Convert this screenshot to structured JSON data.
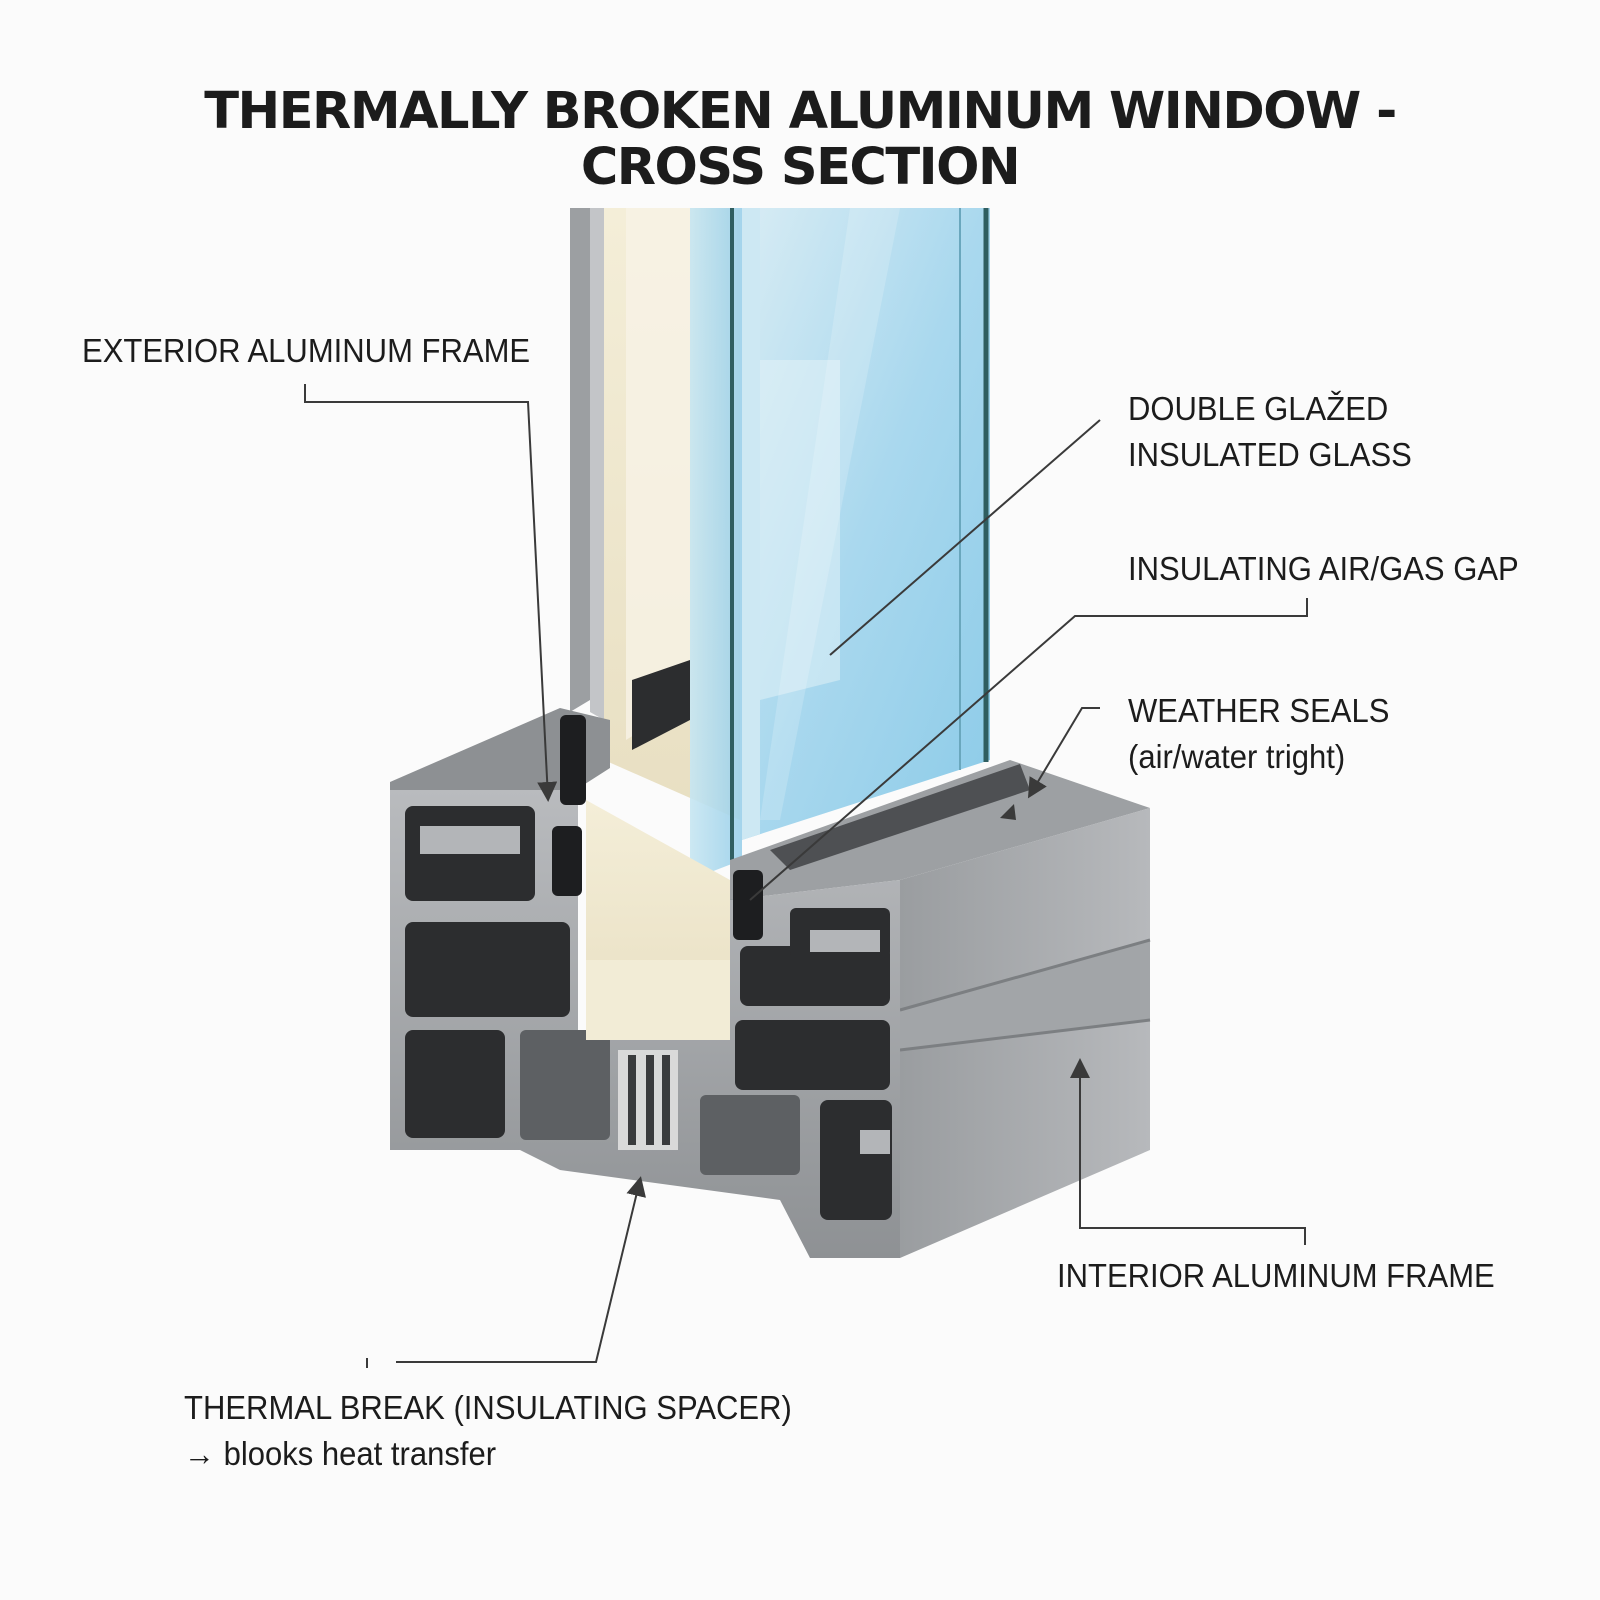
{
  "title": {
    "line1": "THERMALLY BROKEN ALUMINUM WINDOW -",
    "line2": "CROSS SECTION"
  },
  "labels": {
    "exterior_frame": "EXTERIOR ALUMINUM FRAME",
    "glass_line1": "DOUBLE GLAŽED",
    "glass_line2": "INSULATED GLASS",
    "gap": "INSULATING AIR/GAS GAP",
    "seals_line1": "WEATHER SEALS",
    "seals_line2": "(air/water tright)",
    "interior_frame": "INTERIOR ALUMINUM FRAME",
    "thermal_break_line1": "THERMAL BREAK (INSULATING SPACER)",
    "thermal_break_line2": "→ blooks heat transfer"
  },
  "colors": {
    "background": "#fbfbfb",
    "aluminum": "#a7a9ac",
    "aluminum_dark": "#7f8285",
    "cavity": "#2c2d2f",
    "glass": "#9fd2ea",
    "insulation": "#efe7cf",
    "leader": "#3a3a3a"
  }
}
